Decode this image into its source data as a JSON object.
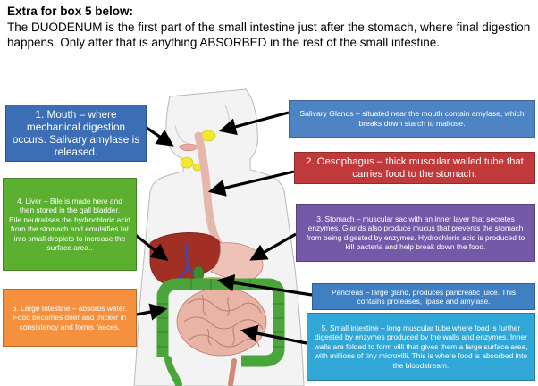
{
  "header": {
    "title": "Extra for box 5 below:",
    "line1": "The DUODENUM is the first part of the small intestine just after the stomach, where final digestion happens.  Only after that is anything ABSORBED in the rest of the small intestine."
  },
  "labels": {
    "mouth": "1. Mouth – where mechanical digestion occurs. Salivary amylase is released.",
    "salivary": "Salivary Glands – situated near the mouth contain amylase, which breaks down starch to maltose.",
    "oesophagus": "2. Oesophagus – thick muscular walled tube that carries food to the stomach.",
    "liver_1": "4. Liver – Bile is made here and then stored in the gall bladder.",
    "liver_2": "Bile neutralises the hydrochloric acid from the stomach and emulsifies fat into small droplets to increase the surface area..",
    "stomach": "3. Stomach – muscular sac with an inner layer that secretes enzymes. Glands also produce mucus that prevents the stomach from being digested by enzymes. Hydrochloric acid is produced to kill bacteria and help break down the food.",
    "pancreas": "Pancreas – large gland, produces pancreatic juice. This contains proteases, lipase and amylase.",
    "large_intestine": "6. Large Intestine – absorbs water. Food becomes drier and thicker in consistency and forms faeces.",
    "small_intestine": "5. Small intestine – long muscular tube where food is further digested by enzymes produced by the walls and enzymes. Inner walls are folded to form villi that gives them a large surface area, with millions of tiny microvilli. This is where food is absorbed into the bloodstream."
  },
  "colors": {
    "mouth": "#3b6eb5",
    "salivary": "#4f84c4",
    "oesophagus": "#c0393b",
    "liver": "#5bb02f",
    "stomach": "#7459a8",
    "pancreas": "#3f80c2",
    "large_intestine": "#f5913e",
    "small_intestine": "#31a7d7"
  }
}
